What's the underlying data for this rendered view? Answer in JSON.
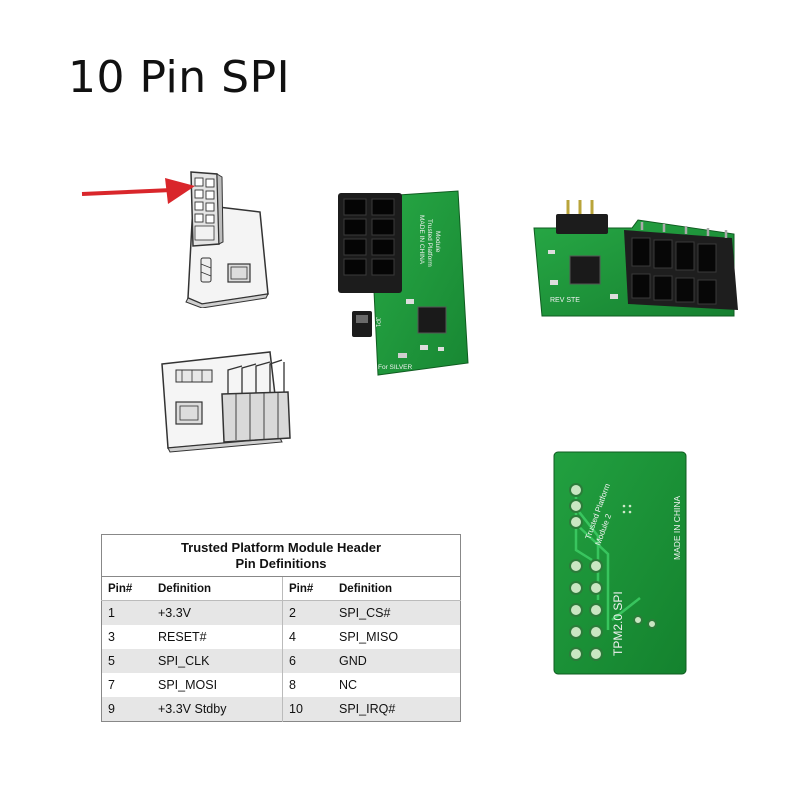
{
  "title": "10 Pin SPI",
  "board_text": {
    "board2_made_in": "MADE IN CHINA",
    "board2_name_line1": "Trusted Platform",
    "board2_name_line2": "Module",
    "board2_jp": "JP1",
    "board2_footer": "For SILVER",
    "board3_rev": "REV STE",
    "board4_name_line1": "Trusted Platform",
    "board4_name_line2": "Module 2",
    "board4_made_in": "MADE IN CHINA",
    "board4_tpm": "TPM2.0 SPI"
  },
  "table": {
    "caption_line1": "Trusted Platform Module Header",
    "caption_line2": "Pin Definitions",
    "headers": [
      "Pin#",
      "Definition",
      "Pin#",
      "Definition"
    ],
    "rows": [
      [
        "1",
        "+3.3V",
        "2",
        "SPI_CS#"
      ],
      [
        "3",
        "RESET#",
        "4",
        "SPI_MISO"
      ],
      [
        "5",
        "SPI_CLK",
        "6",
        "GND"
      ],
      [
        "7",
        "SPI_MOSI",
        "8",
        "NC"
      ],
      [
        "9",
        "+3.3V Stdby",
        "10",
        "SPI_IRQ#"
      ]
    ]
  },
  "colors": {
    "pcb_green": "#1f9a3c",
    "pcb_green_dark": "#157a2c",
    "arrow_red": "#d9262b",
    "header_black": "#1c1c1c",
    "table_shade": "#e6e6e6"
  }
}
